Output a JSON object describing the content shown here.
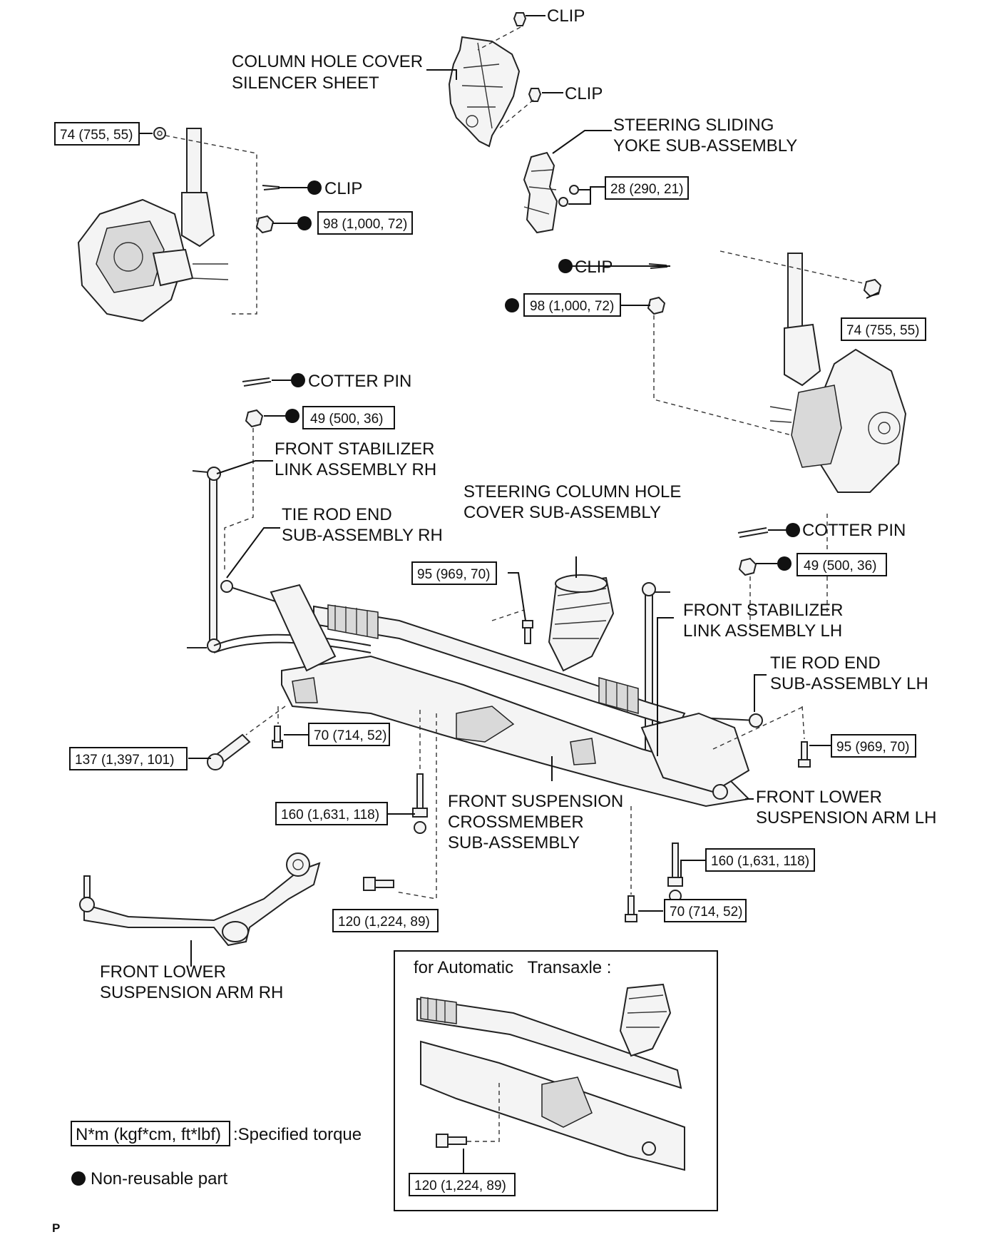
{
  "labels": {
    "column_hole_cover_silencer_sheet_1": "COLUMN HOLE COVER",
    "column_hole_cover_silencer_sheet_2": "SILENCER SHEET",
    "clip": "CLIP",
    "steering_sliding_yoke_1": "STEERING SLIDING",
    "steering_sliding_yoke_2": "YOKE SUB-ASSEMBLY",
    "cotter_pin": "COTTER PIN",
    "front_stabilizer_link_rh_1": "FRONT STABILIZER",
    "front_stabilizer_link_rh_2": "LINK ASSEMBLY RH",
    "steering_column_hole_cover_1": "STEERING COLUMN HOLE",
    "steering_column_hole_cover_2": "COVER SUB-ASSEMBLY",
    "tie_rod_end_rh_1": "TIE ROD END",
    "tie_rod_end_rh_2": "SUB-ASSEMBLY RH",
    "front_stabilizer_link_lh_1": "FRONT STABILIZER",
    "front_stabilizer_link_lh_2": "LINK ASSEMBLY LH",
    "tie_rod_end_lh_1": "TIE ROD END",
    "tie_rod_end_lh_2": "SUB-ASSEMBLY LH",
    "front_lower_arm_lh_1": "FRONT LOWER",
    "front_lower_arm_lh_2": "SUSPENSION ARM LH",
    "front_suspension_crossmember_1": "FRONT SUSPENSION",
    "front_suspension_crossmember_2": "CROSSMEMBER",
    "front_suspension_crossmember_3": "SUB-ASSEMBLY",
    "front_lower_arm_rh_1": "FRONT LOWER",
    "front_lower_arm_rh_2": "SUSPENSION ARM RH",
    "inset_title": "for Automatic   Transaxle :",
    "footer_mark": "P"
  },
  "torques": {
    "t74_rh": "74 (755, 55)",
    "t98_rh": "98 (1,000, 72)",
    "t28": "28 (290, 21)",
    "t98_lh": "98 (1,000, 72)",
    "t74_lh": "74 (755, 55)",
    "t49_rh": "49 (500, 36)",
    "t49_lh": "49 (500, 36)",
    "t95_center": "95 (969, 70)",
    "t95_right": "95 (969, 70)",
    "t137": "137 (1,397, 101)",
    "t70_left": "70 (714, 52)",
    "t160_left": "160 (1,631, 118)",
    "t160_right": "160 (1,631, 118)",
    "t120_main": "120 (1,224, 89)",
    "t70_right": "70 (714, 52)",
    "t120_inset": "120 (1,224, 89)"
  },
  "legend": {
    "torque_unit": "N*m (kgf*cm, ft*lbf)",
    "torque_desc": ":Specified torque",
    "non_reusable": "Non-reusable part"
  }
}
